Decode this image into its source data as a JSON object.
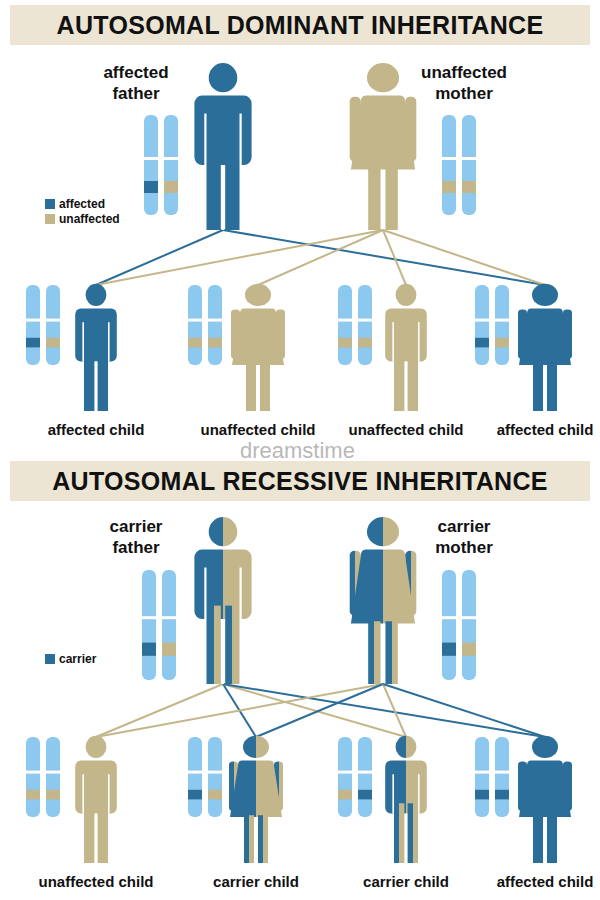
{
  "diagram": {
    "nodes": [
      {
        "text": [
          "AUTOSOMAL DOMINANT INHERITANCE"
        ]
      },
      {
        "text": [
          "affected father"
        ]
      },
      {
        "text": [
          "unaffected mother"
        ]
      },
      {
        "text": [
          "affected child"
        ]
      },
      {
        "text": [
          "unaffected child"
        ]
      },
      {
        "text": [
          "unaffected child"
        ]
      },
      {
        "text": [
          "affected child"
        ]
      },
      {
        "text": [
          "AUTOSOMAL RECESSIVE INHERITANCE"
        ]
      },
      {
        "text": [
          "carrier father"
        ]
      },
      {
        "text": [
          "carrier mother"
        ]
      },
      {
        "text": [
          "unaffected child"
        ]
      },
      {
        "text": [
          "carrier child"
        ]
      },
      {
        "text": [
          "carrier child"
        ]
      },
      {
        "text": [
          "affected child"
        ]
      }
    ],
    "edges": [
      {
        "from": 1,
        "to": 3,
        "arrow": "none"
      },
      {
        "from": 1,
        "to": 6,
        "arrow": "none"
      },
      {
        "from": 2,
        "to": 3,
        "arrow": "none"
      },
      {
        "from": 2,
        "to": 4,
        "arrow": "none"
      },
      {
        "from": 2,
        "to": 5,
        "arrow": "none"
      },
      {
        "from": 2,
        "to": 6,
        "arrow": "none"
      },
      {
        "from": 8,
        "to": 10,
        "arrow": "none"
      },
      {
        "from": 8,
        "to": 11,
        "arrow": "none"
      },
      {
        "from": 8,
        "to": 12,
        "arrow": "none"
      },
      {
        "from": 8,
        "to": 13,
        "arrow": "none"
      },
      {
        "from": 9,
        "to": 10,
        "arrow": "none"
      },
      {
        "from": 9,
        "to": 11,
        "arrow": "none"
      },
      {
        "from": 9,
        "to": 12,
        "arrow": "none"
      },
      {
        "from": 9,
        "to": 13,
        "arrow": "none"
      }
    ],
    "labels": [
      "dreamstime"
    ],
    "legend": [
      {
        "text": "affected",
        "color": "#2b6e99"
      },
      {
        "text": "unaffected",
        "color": "#c4b68b"
      },
      {
        "text": "carrier",
        "color": "#2b6e99"
      }
    ]
  }
}
